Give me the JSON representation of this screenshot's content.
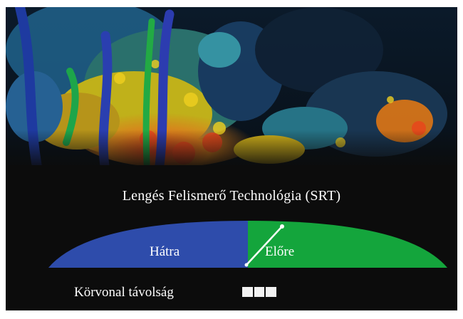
{
  "title": "Lengés Felismerő Technológia (SRT)",
  "gauge": {
    "back_label": "Hátra",
    "forward_label": "Előre",
    "back_color": "#2e4cab",
    "forward_color": "#14a53c"
  },
  "distance": {
    "label": "Körvonal távolság",
    "value_segments": 3
  }
}
